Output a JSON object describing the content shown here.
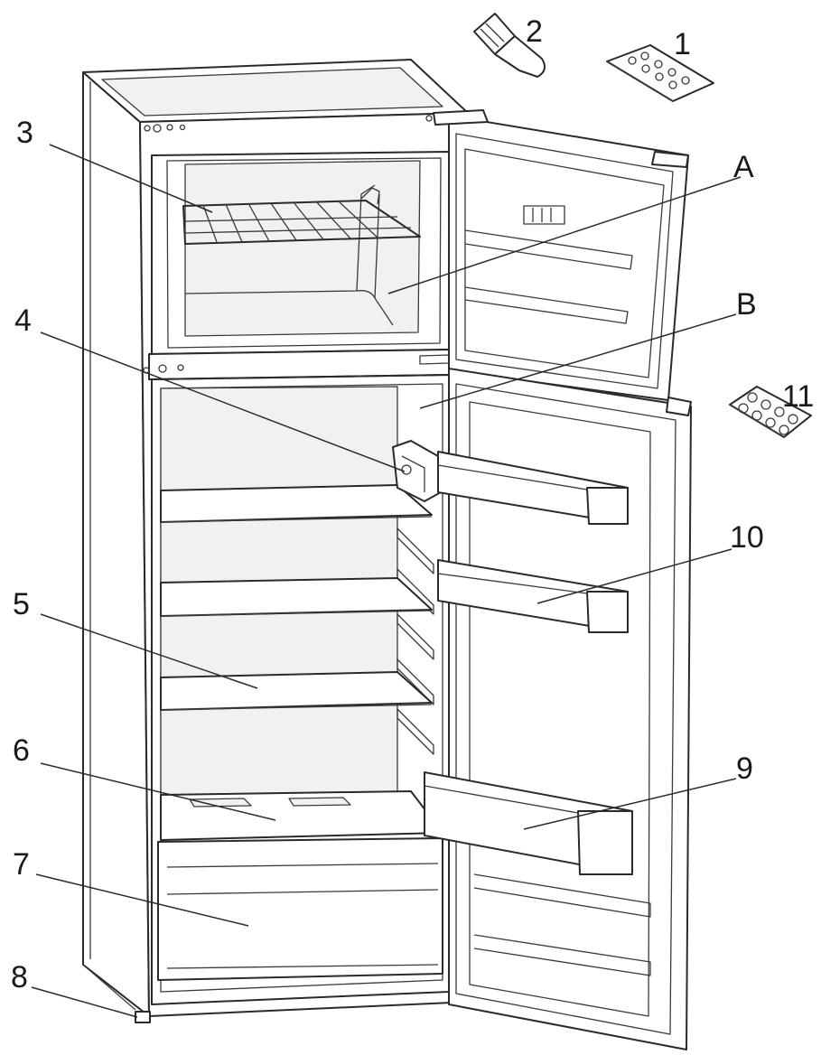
{
  "callouts": {
    "n1": "1",
    "n2": "2",
    "n3": "3",
    "n4": "4",
    "n5": "5",
    "n6": "6",
    "n7": "7",
    "n8": "8",
    "n9": "9",
    "n10": "10",
    "n11": "11",
    "A": "A",
    "B": "B"
  },
  "colors": {
    "line": "#2a2a2a",
    "background": "#ffffff"
  }
}
